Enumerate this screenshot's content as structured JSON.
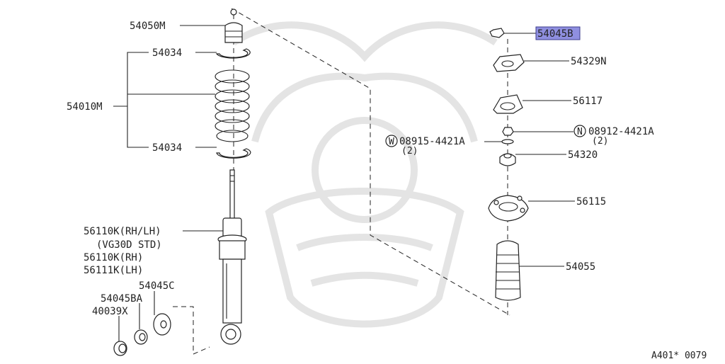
{
  "parts": {
    "bumper": "54050M",
    "seat_upper": "54034",
    "spring": "54010M",
    "seat_lower": "54034",
    "shock_a": "56110K(RH/LH)",
    "shock_a_note": "(VG30D STD)",
    "shock_b": "56110K(RH)",
    "shock_c": "56111K(LH)",
    "washer": "54045C",
    "bushing": "54045BA",
    "nut_small": "40039X",
    "top_nut": "54045B",
    "plate": "54329N",
    "mount": "56117",
    "nut_n": "08912-4421A",
    "nut_n_qty": "(2)",
    "washer_w": "08915-4421A",
    "washer_w_qty": "(2)",
    "insulator": "54320",
    "mount_lower": "56115",
    "boot": "54055"
  },
  "symbols": {
    "n_symbol": "N",
    "w_symbol": "W"
  },
  "diagram_code": "A401* 0079",
  "highlight_color": "#8f8fe0"
}
